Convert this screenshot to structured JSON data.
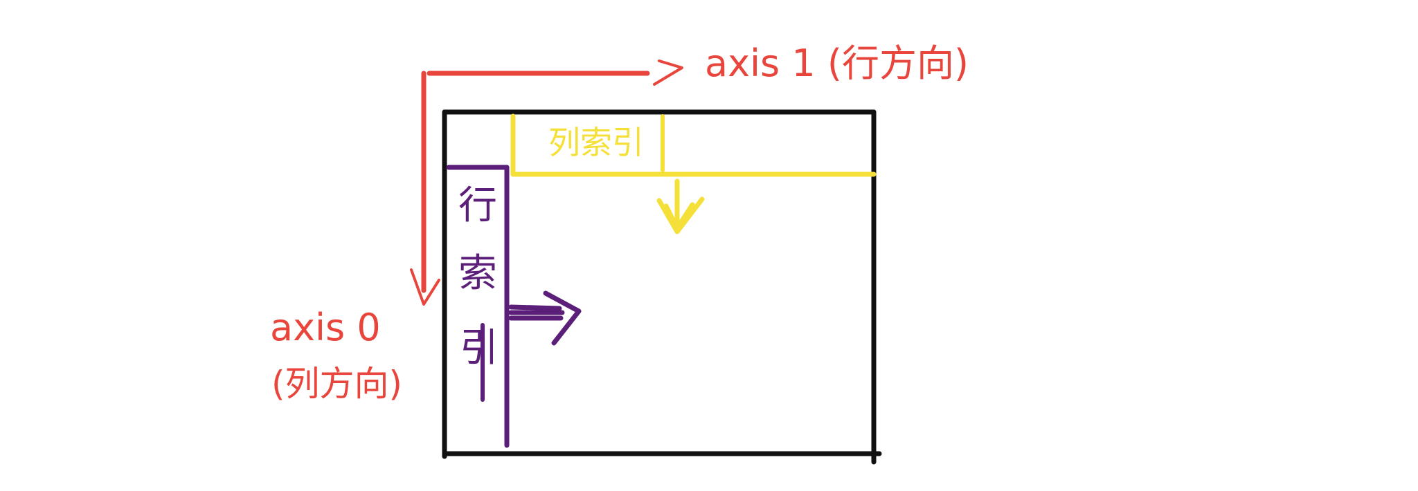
{
  "colors": {
    "background": "#ffffff",
    "frame": "#111111",
    "axis": "#e8453c",
    "column_index": "#f5e03a",
    "row_index": "#5b1f7a"
  },
  "labels": {
    "axis1": "axis 1 (行方向)",
    "axis0_line1": "axis 0",
    "axis0_line2": "(列方向)",
    "column_index": "列索引",
    "row_index": "行索引"
  }
}
